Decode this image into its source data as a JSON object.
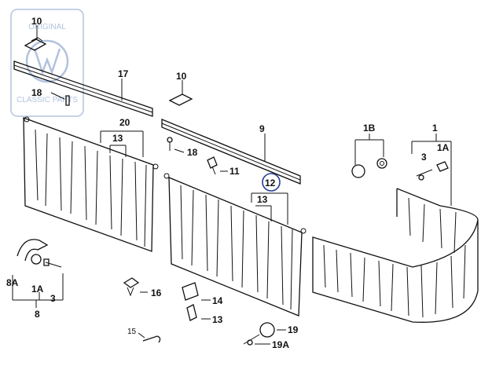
{
  "watermark": {
    "line1": "ORIGINAL",
    "line2": "CLASSIC PARTS",
    "color": "#9fb3d6"
  },
  "callouts": {
    "p10_top": "10",
    "p17": "17",
    "p10_mid": "10",
    "p18_left": "18",
    "p20": "20",
    "p13_left": "13",
    "p9": "9",
    "p18_mid": "18",
    "p11": "11",
    "p12": "12",
    "p13_mid": "13",
    "p1B": "1B",
    "p1": "1",
    "p3_right": "3",
    "p1A_right": "1A",
    "p8A": "8A",
    "p1A_left": "1A",
    "p3_left": "3",
    "p8": "8",
    "p16": "16",
    "p14": "14",
    "p13_low": "13",
    "p15": "15",
    "p19": "19",
    "p19A": "19A"
  },
  "highlight_color": "#1f3c9c"
}
